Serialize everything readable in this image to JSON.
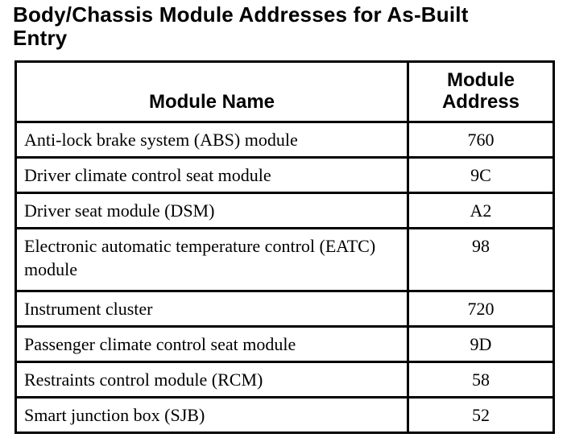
{
  "page": {
    "title": "Body/Chassis Module Addresses for As-Built Entry"
  },
  "table": {
    "col_headers": {
      "name": "Module Name",
      "address": "Module Address"
    },
    "rows": [
      {
        "name": "Anti-lock brake system (ABS) module",
        "address": "760"
      },
      {
        "name": "Driver climate control seat module",
        "address": "9C"
      },
      {
        "name": "Driver seat module (DSM)",
        "address": "A2"
      },
      {
        "name": "Electronic automatic temperature control (EATC) module",
        "address": "98"
      },
      {
        "name": "Instrument cluster",
        "address": "720"
      },
      {
        "name": "Passenger climate control seat module",
        "address": "9D"
      },
      {
        "name": "Restraints control module (RCM)",
        "address": "58"
      },
      {
        "name": "Smart junction box (SJB)",
        "address": "52"
      }
    ]
  },
  "colors": {
    "text": "#000000",
    "background": "#ffffff",
    "border": "#000000"
  }
}
